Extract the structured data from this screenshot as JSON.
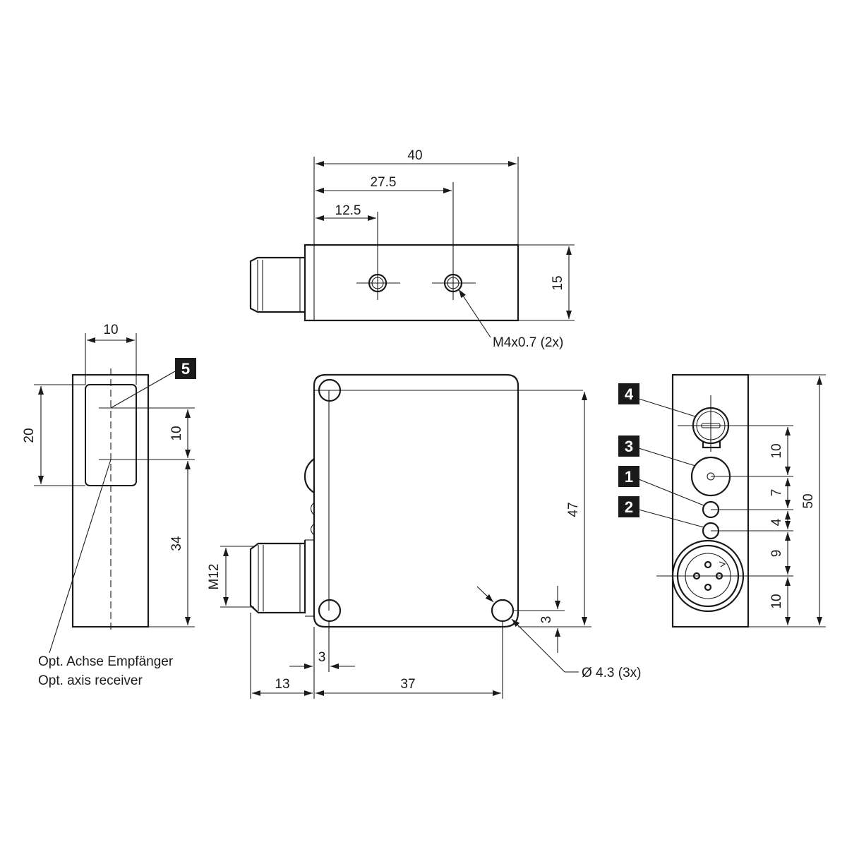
{
  "dimensions": {
    "top_width": "40",
    "top_hole2": "27.5",
    "top_hole1": "12.5",
    "top_height": "15",
    "top_thread": "M4x0.7 (2x)",
    "left_width": "10",
    "left_window": "20",
    "left_axis_gap": "10",
    "left_bottom": "34",
    "front_height": "47",
    "front_connector": "M12",
    "front_offset": "3",
    "front_connector_len": "13",
    "front_hole_span": "37",
    "front_hole_edge": "3",
    "front_hole_dia": "Ø 4.3 (3x)",
    "right_total": "50",
    "right_d1": "10",
    "right_d2": "7",
    "right_d3": "4",
    "right_d4": "9",
    "right_d5": "10"
  },
  "labels": {
    "axis_de": "Opt. Achse Empfänger",
    "axis_en": "Opt. axis receiver"
  },
  "tags": {
    "t1": "1",
    "t2": "2",
    "t3": "3",
    "t4": "4",
    "t5": "5"
  }
}
